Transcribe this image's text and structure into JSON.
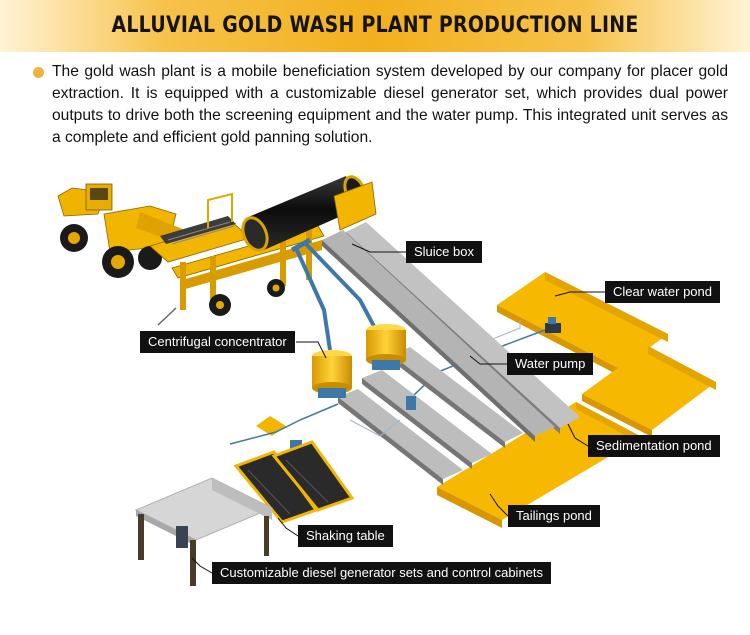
{
  "header": {
    "title": "ALLUVIAL GOLD WASH PLANT PRODUCTION LINE",
    "accent": "#f2b01e",
    "bullet_color": "#f0b240"
  },
  "description": "The gold wash plant is a mobile beneficiation system developed by our company for placer gold extraction. It is equipped with a customizable diesel generator set, which provides dual power outputs to drive both the screening equipment and the water pump. This integrated unit serves as a complete and efficient gold panning solution.",
  "labels": {
    "sluice_box": "Sluice box",
    "clear_water_pond": "Clear water pond",
    "centrifugal_concentrator": "Centrifugal concentrator",
    "water_pump": "Water pump",
    "sedimentation_pond": "Sedimentation pond",
    "tailings_pond": "Tailings pond",
    "shaking_table": "Shaking table",
    "generator": "Customizable diesel generator sets and control cabinets"
  },
  "colors": {
    "equipment_yellow": "#f2b500",
    "pond_yellow": "#f5b400",
    "sluice_gray": "#b9b9b9",
    "drum_black": "#141414",
    "pipe_blue": "#3d78a8",
    "label_bg": "#111111"
  }
}
